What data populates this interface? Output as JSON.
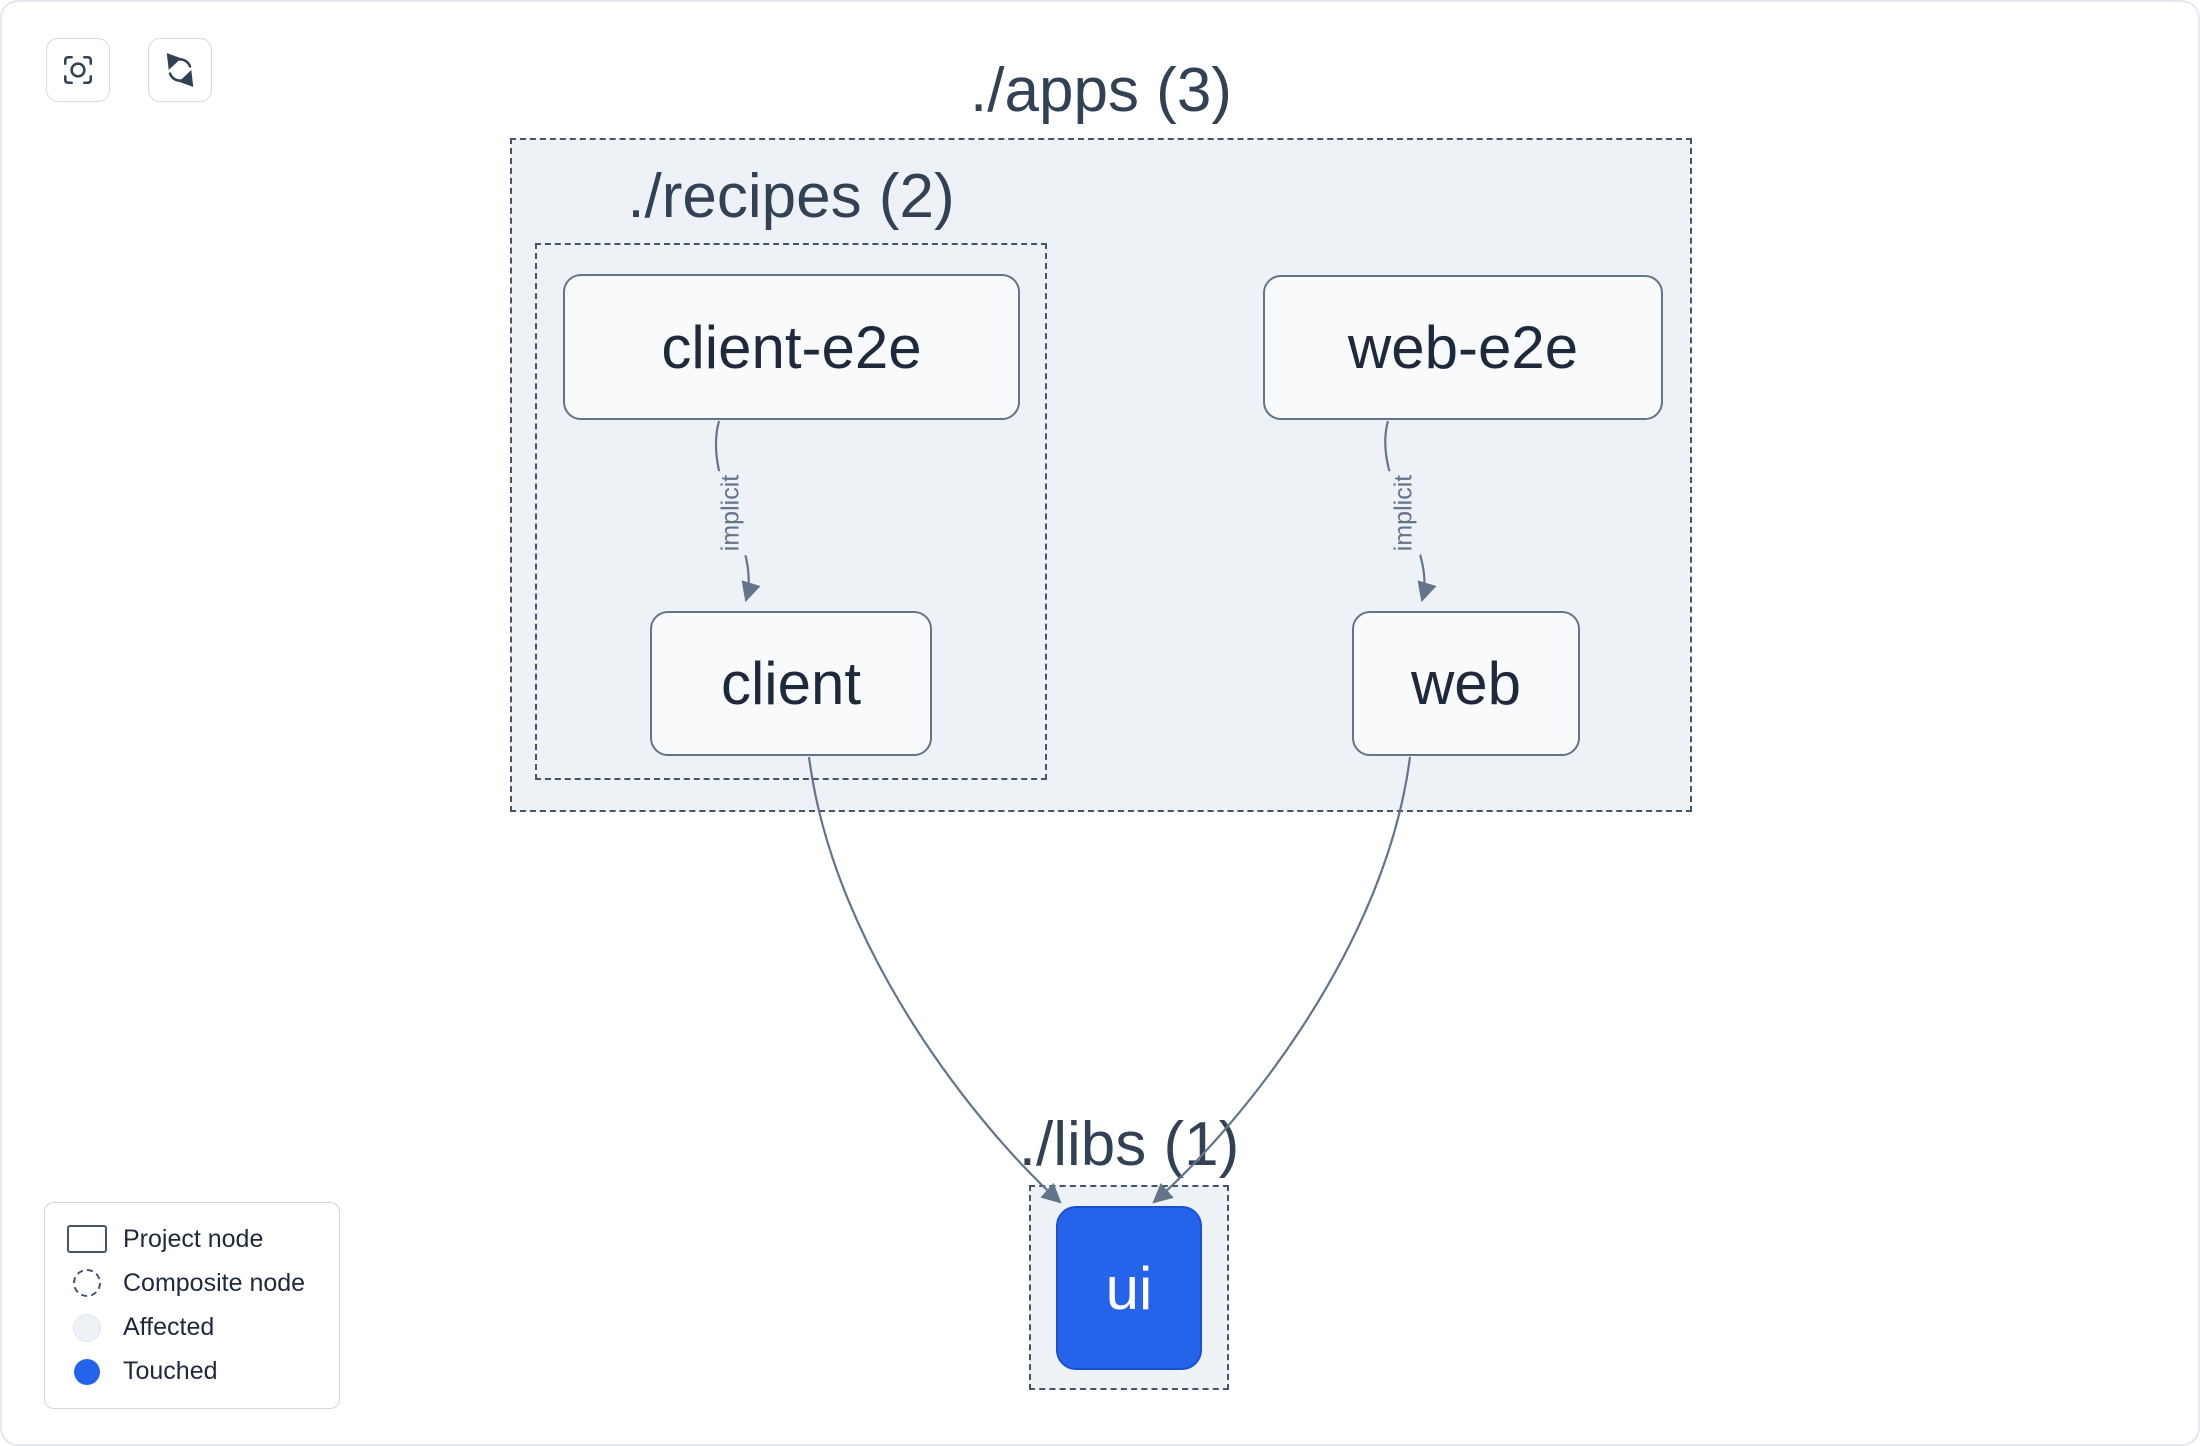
{
  "toolbar": {
    "buttons": [
      {
        "name": "focus",
        "icon": "focus-icon"
      },
      {
        "name": "refresh",
        "icon": "refresh-icon"
      }
    ]
  },
  "graph": {
    "composites": [
      {
        "id": "apps",
        "label": "./apps (3)"
      },
      {
        "id": "recipes",
        "label": "./recipes (2)"
      },
      {
        "id": "libs",
        "label": "./libs (1)"
      }
    ],
    "nodes": [
      {
        "id": "client-e2e",
        "label": "client-e2e",
        "state": "default"
      },
      {
        "id": "client",
        "label": "client",
        "state": "default"
      },
      {
        "id": "web-e2e",
        "label": "web-e2e",
        "state": "default"
      },
      {
        "id": "web",
        "label": "web",
        "state": "default"
      },
      {
        "id": "ui",
        "label": "ui",
        "state": "touched"
      }
    ],
    "edges": [
      {
        "from": "client-e2e",
        "to": "client",
        "label": "implicit"
      },
      {
        "from": "web-e2e",
        "to": "web",
        "label": "implicit"
      },
      {
        "from": "client",
        "to": "ui",
        "label": ""
      },
      {
        "from": "web",
        "to": "ui",
        "label": ""
      }
    ]
  },
  "legend": {
    "items": [
      {
        "label": "Project node",
        "swatch": "project"
      },
      {
        "label": "Composite node",
        "swatch": "composite"
      },
      {
        "label": "Affected",
        "swatch": "affected"
      },
      {
        "label": "Touched",
        "swatch": "touched"
      }
    ]
  },
  "colors": {
    "touched_fill": "#2563eb",
    "edge": "#64748b",
    "composite_fill": "#eef2f7",
    "composite_border": "#44546a",
    "node_fill": "#f8fafc",
    "node_border": "#64748b",
    "node_text": "#1e293b",
    "canvas_bg": "#ffffff"
  }
}
